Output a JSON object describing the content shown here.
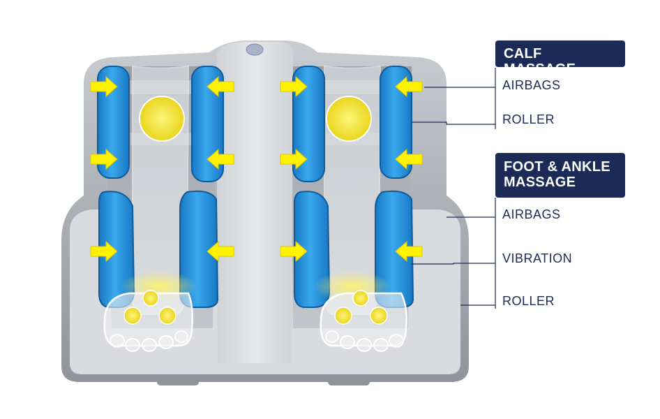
{
  "legend": {
    "calf": {
      "title": "CALF MASSAGE",
      "items": [
        "AIRBAGS",
        "ROLLER"
      ]
    },
    "foot": {
      "title_line1": "FOOT & ANKLE",
      "title_line2": "MASSAGE",
      "items": [
        "AIRBAGS",
        "VIBRATION",
        "ROLLER"
      ]
    }
  },
  "colors": {
    "title_bg": "#1b2a56",
    "text": "#1b2a56",
    "airbag_blue": "#1e90d6",
    "roller_yellow": "#f2e23a",
    "arrow_yellow": "#fff200",
    "housing_gray": "#a9adb4"
  }
}
